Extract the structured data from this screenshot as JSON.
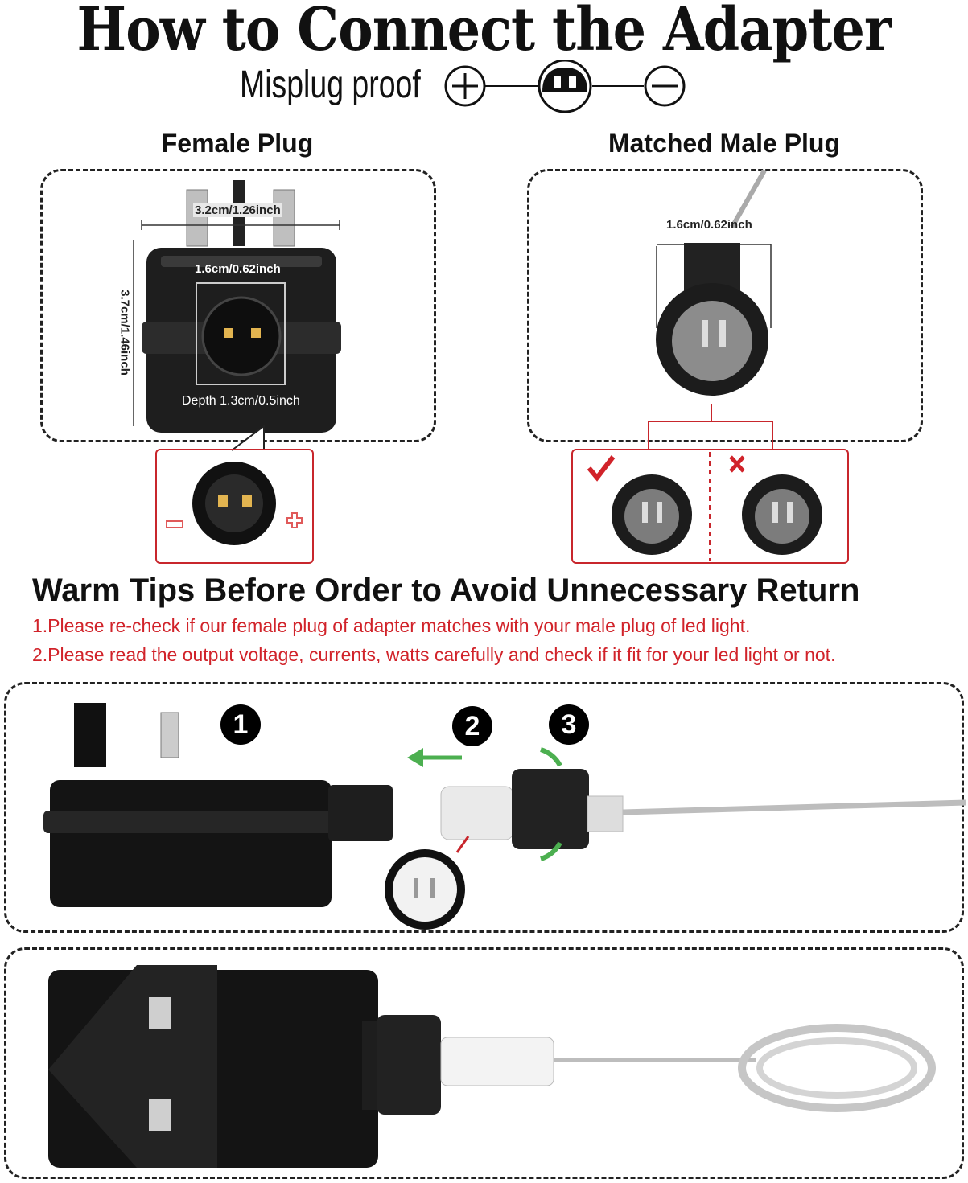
{
  "title": "How to Connect the Adapter",
  "subtitle": "Misplug proof",
  "female_plug": {
    "heading": "Female Plug",
    "width_label": "3.2cm/1.26inch",
    "socket_label": "1.6cm/0.62inch",
    "height_label": "3.7cm/1.46inch",
    "depth_label": "Depth 1.3cm/0.5inch"
  },
  "male_plug": {
    "heading": "Matched Male Plug",
    "width_label": "1.6cm/0.62inch"
  },
  "tips": {
    "title": "Warm Tips Before Order to Avoid Unnecessary Return",
    "items": [
      "1.Please re-check if our female plug of adapter matches with your male plug of led light.",
      "2.Please read the output voltage, currents, watts carefully and check if it fit for your led light or not."
    ]
  },
  "steps": [
    "1",
    "2",
    "3"
  ],
  "colors": {
    "accent_red": "#c8262c",
    "arrow_green": "#4caf50"
  },
  "icons": [
    "plus-icon",
    "plug-face-icon",
    "minus-icon",
    "check-icon",
    "cross-icon"
  ]
}
